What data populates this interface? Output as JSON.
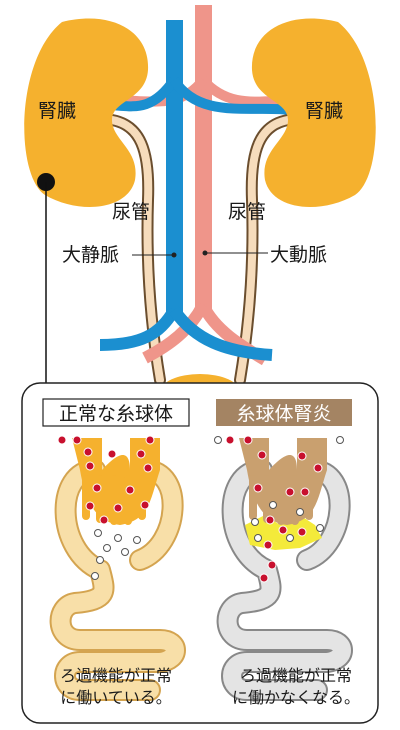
{
  "labels": {
    "kidney_left": "腎臓",
    "kidney_right": "腎臓",
    "ureter_left": "尿管",
    "ureter_right": "尿管",
    "vena_cava": "大静脈",
    "aorta": "大動脈"
  },
  "panels": {
    "normal": {
      "title": "正常な糸球体",
      "caption_line1": "ろ過機能が正常",
      "caption_line2": "に働いている。"
    },
    "nephritis": {
      "title": "糸球体腎炎",
      "caption_line1": "ろ過機能が正常",
      "caption_line2": "に働かなくなる。"
    }
  },
  "colors": {
    "kidney": "#f5b12e",
    "vein": "#1b8fd0",
    "artery": "#ef958a",
    "ureter": "#f6dcbc",
    "tubule_normal": "#f8dfa8",
    "tubule_disease": "#e4e4e4",
    "glomerulus_disease": "#c9a06f",
    "blood_cell": "#c8102e",
    "nephritis_label_bg": "#a48463",
    "inflammation": "#f4ea3a"
  }
}
